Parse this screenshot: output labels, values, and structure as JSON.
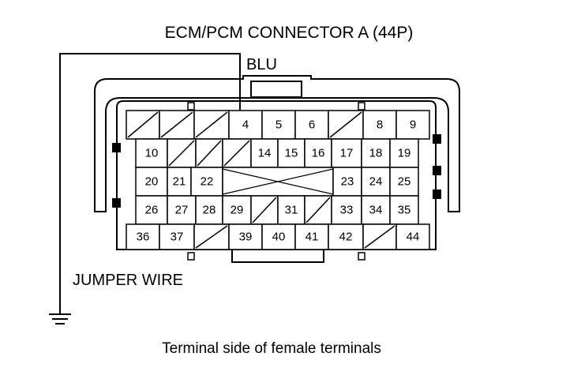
{
  "title": "ECM/PCM CONNECTOR A (44P)",
  "wire_color_label": "BLU",
  "jumper_label": "JUMPER WIRE",
  "caption": "Terminal side of female terminals",
  "connector": {
    "probed_terminal": "4",
    "rows": [
      [
        "",
        "",
        "",
        "4",
        "5",
        "6",
        "",
        "8",
        "9"
      ],
      [
        "10",
        "",
        "",
        "",
        "14",
        "15",
        "16",
        "17",
        "18",
        "19"
      ],
      [
        "20",
        "21",
        "22",
        "X",
        "23",
        "24",
        "25"
      ],
      [
        "26",
        "27",
        "28",
        "29",
        "",
        "31",
        "",
        "33",
        "34",
        "35"
      ],
      [
        "36",
        "37",
        "",
        "39",
        "40",
        "41",
        "42",
        "",
        "44"
      ]
    ]
  }
}
